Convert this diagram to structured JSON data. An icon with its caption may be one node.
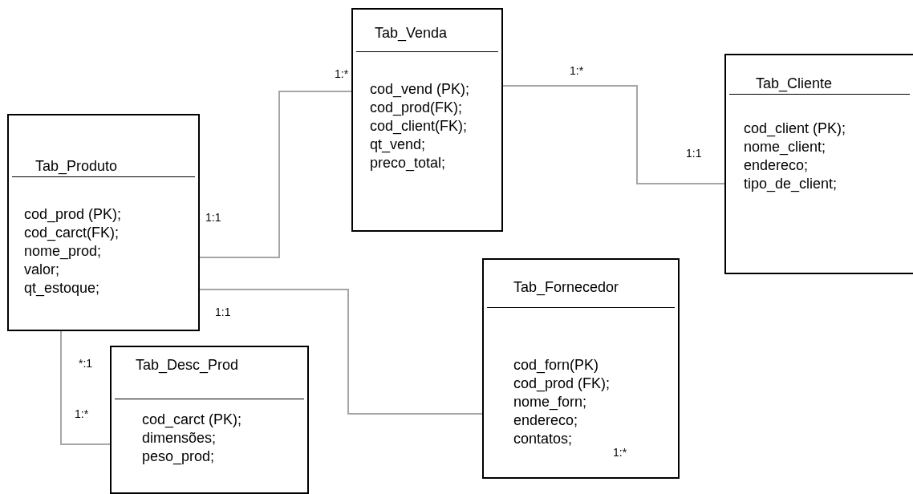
{
  "diagram": {
    "nodes": [
      {
        "text": [
          "Tab_Venda",
          "cod_vend (PK);",
          "cod_prod(FK);",
          "cod_client(FK);",
          "qt_vend;",
          "preco_total;"
        ]
      },
      {
        "text": [
          "Tab_Cliente",
          "cod_client (PK);",
          "nome_client;",
          "endereco;",
          "tipo_de_client;"
        ]
      },
      {
        "text": [
          "Tab_Produto",
          "cod_prod (PK);",
          "cod_carct(FK);",
          "nome_prod;",
          "valor;",
          "qt_estoque;"
        ]
      },
      {
        "text": [
          "Tab_Fornecedor",
          "cod_forn(PK)",
          "cod_prod (FK);",
          "nome_forn;",
          "endereco;",
          "contatos;"
        ]
      },
      {
        "text": [
          "Tab_Desc_Prod",
          "cod_carct (PK);",
          "dimensões;",
          "peso_prod;"
        ]
      }
    ],
    "edges": [
      {
        "from": 2,
        "to": 0,
        "arrow": "none"
      },
      {
        "from": 0,
        "to": 1,
        "arrow": "none"
      },
      {
        "from": 2,
        "to": 3,
        "arrow": "none"
      },
      {
        "from": 2,
        "to": 4,
        "arrow": "none"
      }
    ],
    "labels": [
      "1:*",
      "1:*",
      "1:1",
      "1:1",
      "1:1",
      "*:1",
      "1:*",
      "1:*"
    ]
  }
}
